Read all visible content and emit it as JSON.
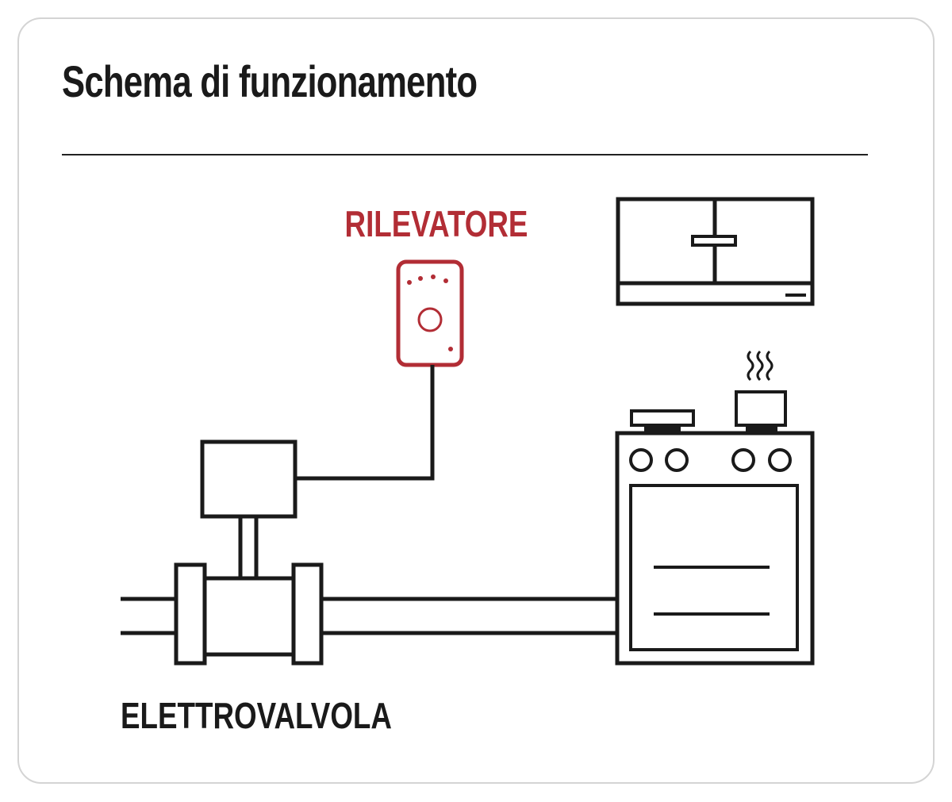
{
  "title": "Schema di funzionamento",
  "labels": {
    "detector": "RILEVATORE",
    "valve": "ELETTROVALVOLA"
  },
  "colors": {
    "detector_accent": "#b22d35",
    "line": "#1a1a1a",
    "card_border": "#d4d4d4"
  },
  "icons": [
    "gas-detector-icon",
    "kitchen-cabinet-icon",
    "gas-stove-icon",
    "solenoid-valve-icon",
    "steam-icon"
  ]
}
